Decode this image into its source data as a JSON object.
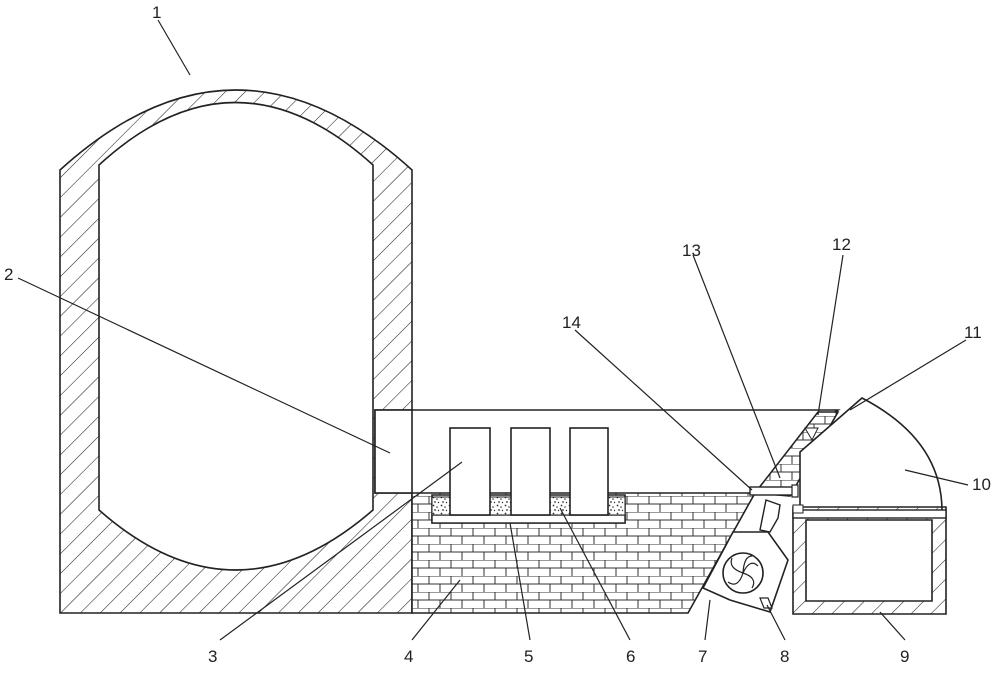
{
  "labels": {
    "l1": "1",
    "l2": "2",
    "l3": "3",
    "l4": "4",
    "l5": "5",
    "l6": "6",
    "l7": "7",
    "l8": "8",
    "l9": "9",
    "l10": "10",
    "l11": "11",
    "l12": "12",
    "l13": "13",
    "l14": "14"
  },
  "colors": {
    "line": "#222222",
    "background": "#ffffff"
  }
}
